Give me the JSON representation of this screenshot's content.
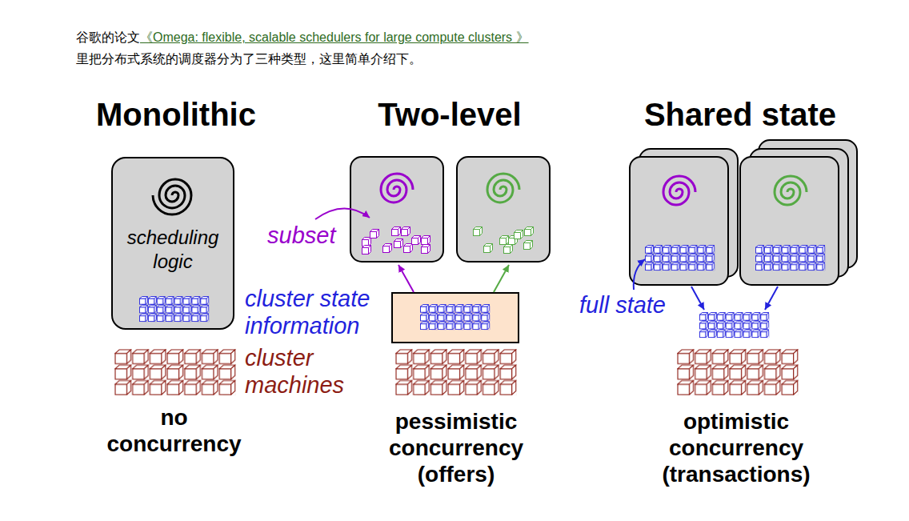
{
  "diagram": {
    "nodes": [
      {
        "text": [
          "scheduling logic"
        ]
      }
    ],
    "labels": [
      "谷歌的论文",
      "《Omega: flexible, scalable schedulers for large compute clusters 》",
      "里把分布式系统的调度器分为了三种类型，这里简单介绍下。",
      "Monolithic",
      "Two-level",
      "Shared state",
      "subset",
      "cluster state information",
      "cluster machines",
      "full state",
      "no concurrency",
      "pessimistic concurrency (offers)",
      "optimistic concurrency (transactions)"
    ]
  }
}
